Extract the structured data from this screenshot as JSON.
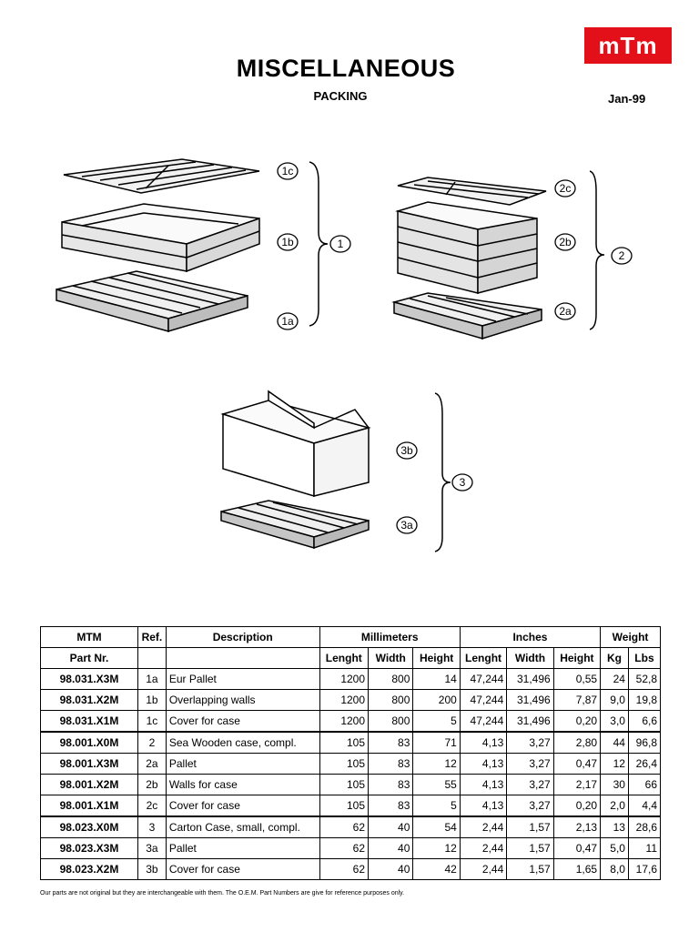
{
  "logo": {
    "text": "mTm",
    "color": "#e3101a"
  },
  "header": {
    "title": "MISCELLANEOUS",
    "subtitle": "PACKING",
    "date": "Jan-99"
  },
  "callouts": {
    "c1a": "1a",
    "c1b": "1b",
    "c1c": "1c",
    "c1": "1",
    "c2a": "2a",
    "c2b": "2b",
    "c2c": "2c",
    "c2": "2",
    "c3a": "3a",
    "c3b": "3b",
    "c3": "3"
  },
  "table": {
    "headers": {
      "mtm": "MTM",
      "part_nr": "Part Nr.",
      "ref": "Ref.",
      "description": "Description",
      "millimeters": "Millimeters",
      "inches": "Inches",
      "weight": "Weight",
      "lenght": "Lenght",
      "width": "Width",
      "height": "Height",
      "kg": "Kg",
      "lbs": "Lbs"
    },
    "rows": [
      [
        "98.031.X3M",
        "1a",
        "Eur Pallet",
        "1200",
        "800",
        "14",
        "47,244",
        "31,496",
        "0,55",
        "24",
        "52,8"
      ],
      [
        "98.031.X2M",
        "1b",
        "Overlapping walls",
        "1200",
        "800",
        "200",
        "47,244",
        "31,496",
        "7,87",
        "9,0",
        "19,8"
      ],
      [
        "98.031.X1M",
        "1c",
        "Cover for case",
        "1200",
        "800",
        "5",
        "47,244",
        "31,496",
        "0,20",
        "3,0",
        "6,6"
      ],
      [
        "98.001.X0M",
        "2",
        "Sea Wooden case, compl.",
        "105",
        "83",
        "71",
        "4,13",
        "3,27",
        "2,80",
        "44",
        "96,8"
      ],
      [
        "98.001.X3M",
        "2a",
        "Pallet",
        "105",
        "83",
        "12",
        "4,13",
        "3,27",
        "0,47",
        "12",
        "26,4"
      ],
      [
        "98.001.X2M",
        "2b",
        "Walls for case",
        "105",
        "83",
        "55",
        "4,13",
        "3,27",
        "2,17",
        "30",
        "66"
      ],
      [
        "98.001.X1M",
        "2c",
        "Cover for case",
        "105",
        "83",
        "5",
        "4,13",
        "3,27",
        "0,20",
        "2,0",
        "4,4"
      ],
      [
        "98.023.X0M",
        "3",
        "Carton Case, small, compl.",
        "62",
        "40",
        "54",
        "2,44",
        "1,57",
        "2,13",
        "13",
        "28,6"
      ],
      [
        "98.023.X3M",
        "3a",
        "Pallet",
        "62",
        "40",
        "12",
        "2,44",
        "1,57",
        "0,47",
        "5,0",
        "11"
      ],
      [
        "98.023.X2M",
        "3b",
        "Cover for case",
        "62",
        "40",
        "42",
        "2,44",
        "1,57",
        "1,65",
        "8,0",
        "17,6"
      ]
    ]
  },
  "footnote": "Our parts are not original but they are interchangeable with them. The O.E.M. Part Numbers are give for reference purposes only."
}
